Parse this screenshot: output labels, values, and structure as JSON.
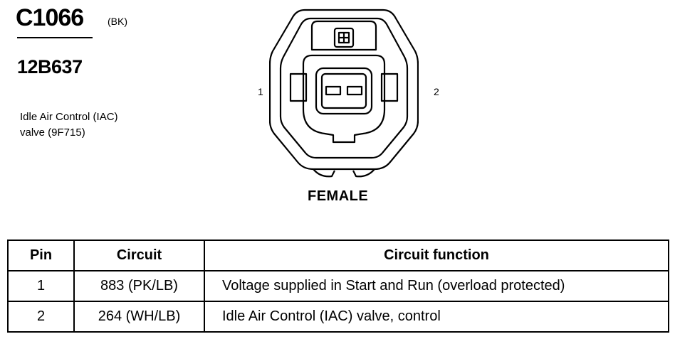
{
  "connector": {
    "id": "C1066",
    "color_code": "(BK)",
    "part_number": "12B637",
    "description_lines": [
      "Idle Air Control (IAC)",
      "valve (9F715)"
    ],
    "pin_labels": [
      "1",
      "2"
    ],
    "gender": "FEMALE"
  },
  "table": {
    "headers": [
      "Pin",
      "Circuit",
      "Circuit function"
    ],
    "rows": [
      {
        "pin": "1",
        "circuit": "883 (PK/LB)",
        "function": "Voltage supplied in Start and Run (overload protected)"
      },
      {
        "pin": "2",
        "circuit": "264 (WH/LB)",
        "function": "Idle Air Control (IAC) valve, control"
      }
    ]
  }
}
